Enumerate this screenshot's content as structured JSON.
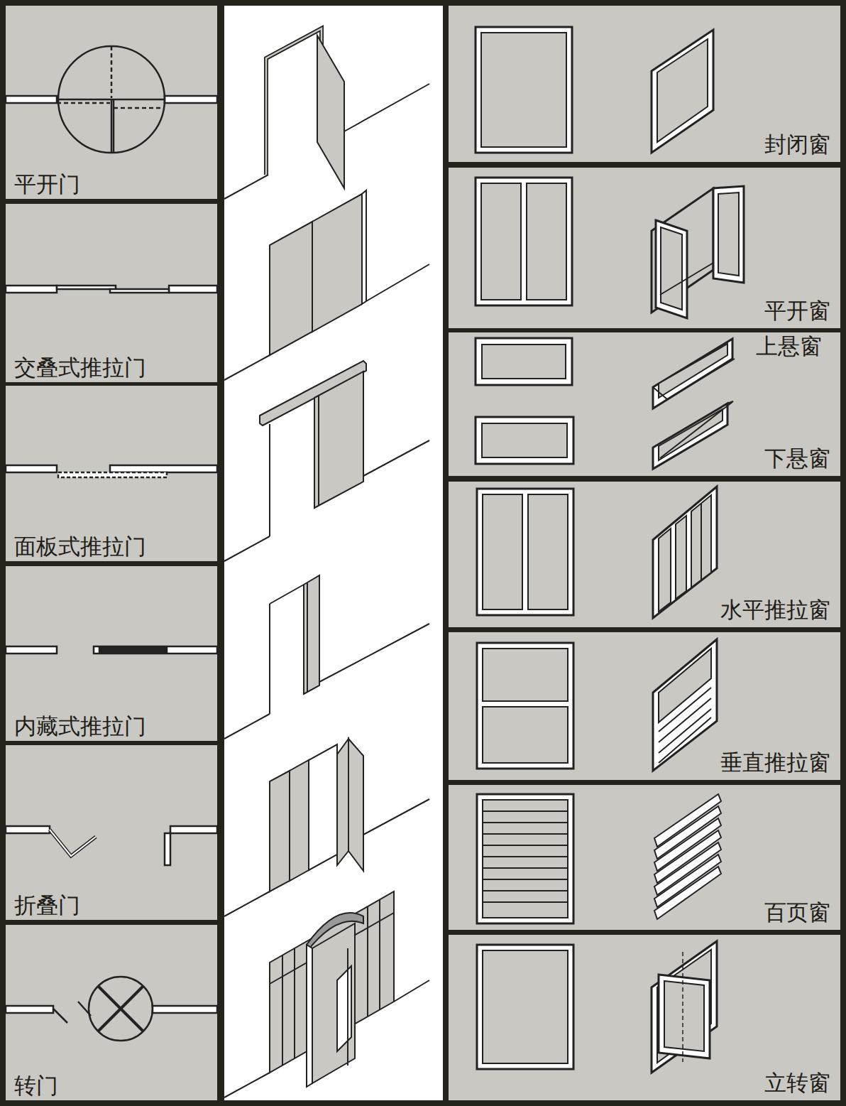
{
  "diagram": {
    "nodes": [
      {
        "text": [
          "平开门"
        ]
      },
      {
        "text": [
          "交叠式推拉门"
        ]
      },
      {
        "text": [
          "面板式推拉门"
        ]
      },
      {
        "text": [
          "内藏式推拉门"
        ]
      },
      {
        "text": [
          "折叠门"
        ]
      },
      {
        "text": [
          "转门"
        ]
      },
      {
        "text": [
          "封闭窗"
        ]
      },
      {
        "text": [
          "平开窗"
        ]
      },
      {
        "text": [
          "上悬窗",
          "下悬窗"
        ]
      },
      {
        "text": [
          "水平推拉窗"
        ]
      },
      {
        "text": [
          "垂直推拉窗"
        ]
      },
      {
        "text": [
          "百页窗"
        ]
      },
      {
        "text": [
          "立转窗"
        ]
      }
    ]
  }
}
